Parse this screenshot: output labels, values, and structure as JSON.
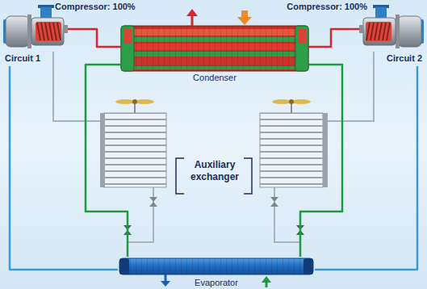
{
  "diagram": {
    "nodes": [
      {
        "text": [
          "Compressor: 100%",
          "Circuit 1"
        ]
      },
      {
        "text": [
          "Compressor: 100%",
          "Circuit 2"
        ]
      },
      {
        "text": [
          "Condenser"
        ]
      },
      {
        "text": [
          "Evaporator"
        ]
      }
    ],
    "edges": [
      {
        "from": 0,
        "to": 2,
        "arrow": "none"
      },
      {
        "from": 1,
        "to": 2,
        "arrow": "none"
      },
      {
        "from": 2,
        "to": 3,
        "arrow": "none"
      },
      {
        "from": 2,
        "to": 3,
        "arrow": "none"
      },
      {
        "from": 3,
        "to": 0,
        "arrow": "none"
      },
      {
        "from": 3,
        "to": 1,
        "arrow": "none"
      }
    ],
    "labels": [
      "Auxiliary exchanger"
    ]
  }
}
